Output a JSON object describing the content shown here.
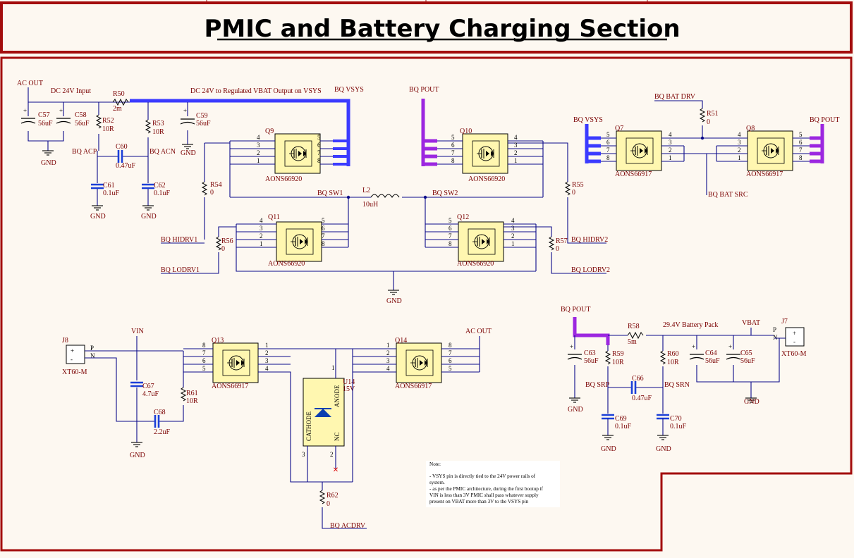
{
  "title": "PMIC and Battery Charging Section",
  "labels": {
    "ac_out_top": "AC OUT",
    "dc_input": "DC 24V Input",
    "r50": "R50",
    "r50_val": "2m",
    "dc_to_vbat": "DC 24V to Regulated VBAT Output on VSYS",
    "bq_vsys_top": "BQ VSYS",
    "bq_pout_top": "BQ POUT",
    "bq_bat_drv": "BQ BAT DRV",
    "bq_vsys_right": "BQ VSYS",
    "bq_pout_right": "BQ POUT",
    "c57": "C57",
    "c57_val": "56uF",
    "c58": "C58",
    "c58_val": "56uF",
    "r52": "R52",
    "r52_val": "10R",
    "r53": "R53",
    "r53_val": "10R",
    "c59": "C59",
    "c59_val": "56uF",
    "gnd": "GND",
    "bq_acp": "BQ ACP",
    "c60": "C60",
    "c60_val": "0.47uF",
    "bq_acn": "BQ ACN",
    "c61": "C61",
    "c61_val": "0.1uF",
    "c62": "C62",
    "c62_val": "0.1uF",
    "q9": "Q9",
    "q9_part": "AONS66920",
    "q10": "Q10",
    "q10_part": "AONS66920",
    "q11": "Q11",
    "q11_part": "AONS66920",
    "q12": "Q12",
    "q12_part": "AONS66920",
    "q7": "Q7",
    "q7_part": "AONS66917",
    "q8": "Q8",
    "q8_part": "AONS66917",
    "q13": "Q13",
    "q13_part": "AONS66917",
    "q14": "Q14",
    "q14_part": "AONS66917",
    "r51": "R51",
    "r51_val": "0",
    "r54": "R54",
    "r54_val": "0",
    "r55": "R55",
    "r55_val": "0",
    "r56": "R56",
    "r56_val": "0",
    "r57": "R57",
    "r57_val": "0",
    "bq_sw1": "BQ SW1",
    "bq_sw2": "BQ SW2",
    "l2": "L2",
    "l2_val": "10uH",
    "bq_bat_src": "BQ BAT SRC",
    "bq_hidrv1": "BQ HIDRV1",
    "bq_lodrv1": "BQ LODRV1",
    "bq_hidrv2": "BQ HIDRV2",
    "bq_lodrv2": "BQ LODRV2",
    "bq_pout_bottom": "BQ POUT",
    "r58": "R58",
    "r58_val": "5m",
    "battery_pack": "29.4V Battery Pack",
    "vbat": "VBAT",
    "j7": "J7",
    "j7_part": "XT60-M",
    "c63": "C63",
    "c63_val": "56uF",
    "r59": "R59",
    "r59_val": "10R",
    "r60": "R60",
    "r60_val": "10R",
    "c64": "C64",
    "c64_val": "56uF",
    "c65": "C65",
    "c65_val": "56uF",
    "c66": "C66",
    "c66_val": "0.47uF",
    "bq_srp": "BQ SRP",
    "bq_srn": "BQ SRN",
    "c69": "C69",
    "c69_val": "0.1uF",
    "c70": "C70",
    "c70_val": "0.1uF",
    "j8": "J8",
    "j8_part": "XT60-M",
    "vin": "VIN",
    "ac_out_bottom": "AC OUT",
    "c67": "C67",
    "c67_val": "4.7uF",
    "c68": "C68",
    "c68_val": "2.2uF",
    "r61": "R61",
    "r61_val": "10R",
    "u14": "U14",
    "u14_val": "15V",
    "cathode": "CATHODE",
    "anode": "ANODE",
    "nc": "NC",
    "r62": "R62",
    "r62_val": "0",
    "bq_acdrv": "BQ ACDRV"
  },
  "note": {
    "heading": "Note:",
    "line1": "- VSYS pin is directly tied to the 24V power rails of",
    "line2": "system.",
    "line3": "- as per the PMIC architecture, during the first bootup if",
    "line4": "VIN is less than 3V PMIC shall pass whatever supply",
    "line5": "present on VBAT more than 3V to the VSYS pin"
  },
  "colors": {
    "border": "#a30d0d",
    "wire": "#0a0a8a",
    "bus_blue": "#3b3bff",
    "bus_purple": "#9c27e0",
    "mosfet_fill": "#fff7b0",
    "label": "#7a0000"
  }
}
